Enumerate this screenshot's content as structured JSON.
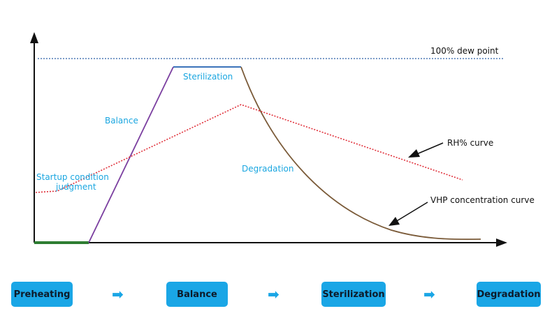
{
  "diagram": {
    "labels": {
      "dew_point": "100% dew point",
      "sterilization": "Sterilization",
      "balance": "Balance",
      "startup_line1": "Startup condition",
      "startup_line2": "judgment",
      "degradation": "Degradation",
      "rh_curve": "RH% curve",
      "vhp_curve": "VHP concentration curve"
    },
    "colors": {
      "axis": "#111111",
      "dew_line": "#2b5fa8",
      "rh_curve": "#e0303a",
      "vhp_rise": "#7b3fa0",
      "vhp_plateau": "#1f5fb0",
      "vhp_decay": "#7a5a38",
      "baseline": "#2e7d32",
      "label_blue": "#1aa6e0"
    }
  },
  "stages": [
    {
      "label": "Preheating"
    },
    {
      "label": "Balance"
    },
    {
      "label": "Sterilization"
    },
    {
      "label": "Degradation"
    }
  ],
  "arrow_glyph": "➡"
}
